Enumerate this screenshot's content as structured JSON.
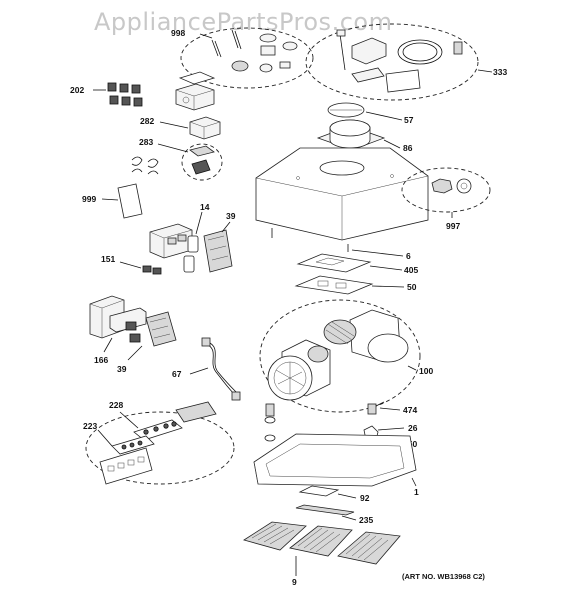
{
  "watermark": "AppliancePartsPros.com",
  "art_number": "(ART NO. WB13968 C2)",
  "callouts": {
    "c998": "998",
    "c333": "333",
    "c202": "202",
    "c57": "57",
    "c282": "282",
    "c86": "86",
    "c283": "283",
    "c999": "999",
    "c997": "997",
    "c14": "14",
    "c39a": "39",
    "c151": "151",
    "c6": "6",
    "c405": "405",
    "c50": "50",
    "c166": "166",
    "c39b": "39",
    "c100": "100",
    "c67": "67",
    "c228": "228",
    "c474": "474",
    "c223": "223",
    "c26": "26",
    "c250": "250",
    "c1": "1",
    "c92": "92",
    "c235": "235",
    "c9": "9"
  }
}
